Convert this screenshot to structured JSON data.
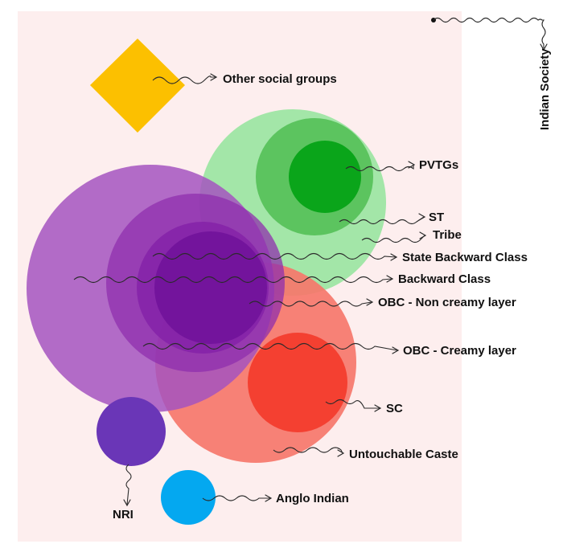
{
  "diagram": {
    "frame_label": "Indian Society",
    "labels": {
      "other_social_groups": "Other social groups",
      "pvtgs": "PVTGs",
      "st": "ST",
      "tribe": "Tribe",
      "state_backward_class": "State Backward Class",
      "backward_class": "Backward Class",
      "obc_non_creamy": "OBC - Non creamy layer",
      "obc_creamy": "OBC - Creamy layer",
      "sc": "SC",
      "untouchable_caste": "Untouchable Caste",
      "nri": "NRI",
      "anglo_indian": "Anglo Indian"
    },
    "colors": {
      "background": "#fdeeee",
      "other_social_groups": "#fcc000",
      "tribe": "#a3e6a8",
      "st": "#5cc45f",
      "pvtgs": "#0aa51a",
      "backward_class": "#a553bf",
      "state_backward_class": "#8f2fae",
      "obc_non_creamy": "#76149f",
      "untouchable_caste": "#f6776b",
      "sc": "#f33b2b",
      "nri": "#6a36b7",
      "anglo_indian": "#04a8f0"
    }
  }
}
